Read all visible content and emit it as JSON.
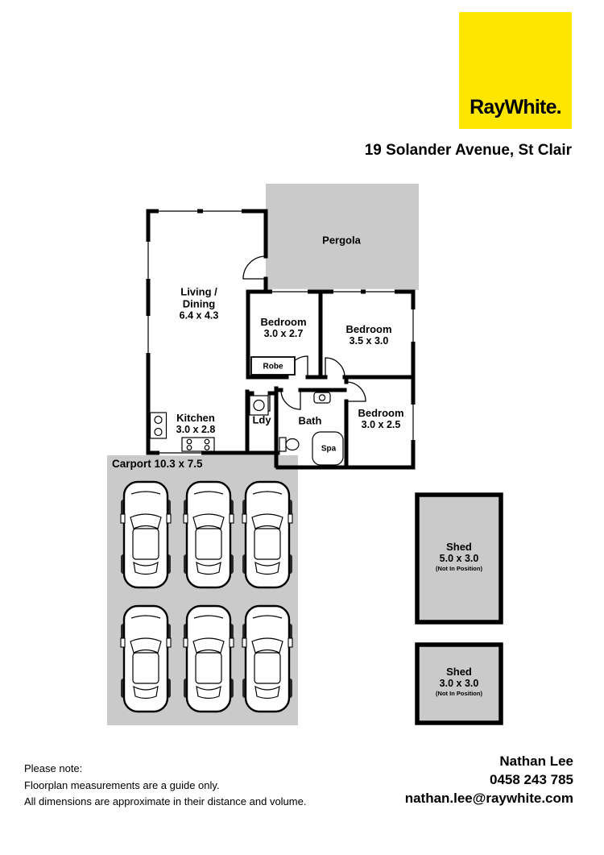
{
  "brand": {
    "logo_text": "RayWhite.",
    "logo_bg": "#FFE600"
  },
  "address": "19 Solander Avenue, St Clair",
  "floorplan": {
    "pergola": "Pergola",
    "living": {
      "line1": "Living /",
      "line2": "Dining",
      "dims": "6.4 x 4.3"
    },
    "bedroom1": {
      "name": "Bedroom",
      "dims": "3.0 x 2.7"
    },
    "bedroom2": {
      "name": "Bedroom",
      "dims": "3.5 x 3.0"
    },
    "bedroom3": {
      "name": "Bedroom",
      "dims": "3.0 x 2.5"
    },
    "kitchen": {
      "name": "Kitchen",
      "dims": "3.0 x 2.8"
    },
    "laundry": "Ldy",
    "bath": "Bath",
    "spa": "Spa",
    "robe": "Robe",
    "carport": "Carport 10.3 x 7.5",
    "shed1": {
      "name": "Shed",
      "dims": "5.0 x 3.0",
      "note": "(Not In Position)"
    },
    "shed2": {
      "name": "Shed",
      "dims": "3.0 x 3.0",
      "note": "(Not In Position)"
    }
  },
  "footer": {
    "note_heading": "Please note:",
    "note_line1": "Floorplan measurements are a guide only.",
    "note_line2": "All dimensions are approximate in their distance and volume.",
    "agent_name": "Nathan Lee",
    "agent_phone": "0458 243 785",
    "agent_email": "nathan.lee@raywhite.com"
  }
}
